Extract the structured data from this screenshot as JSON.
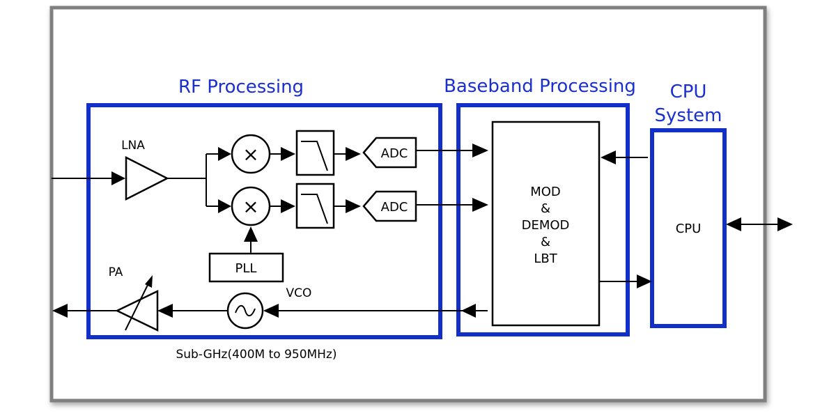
{
  "colors": {
    "frame": "#808080",
    "section_border": "#1230c8",
    "title_text": "#1a2fd0",
    "stroke": "#000000"
  },
  "sections": {
    "rf_title": "RF Processing",
    "baseband_title": "Baseband Processing",
    "cpu_title_line1": "CPU",
    "cpu_title_line2": "System"
  },
  "blocks": {
    "lna": "LNA",
    "pa": "PA",
    "adc_top": "ADC",
    "adc_bottom": "ADC",
    "pll": "PLL",
    "vco": "VCO",
    "baseband_lines": [
      "MOD",
      "&",
      "DEMOD",
      "&",
      "LBT"
    ],
    "cpu": "CPU",
    "mixer_symbol": "×",
    "oscillator_symbol": "~"
  },
  "caption": "Sub-GHz(400M to 950MHz)"
}
